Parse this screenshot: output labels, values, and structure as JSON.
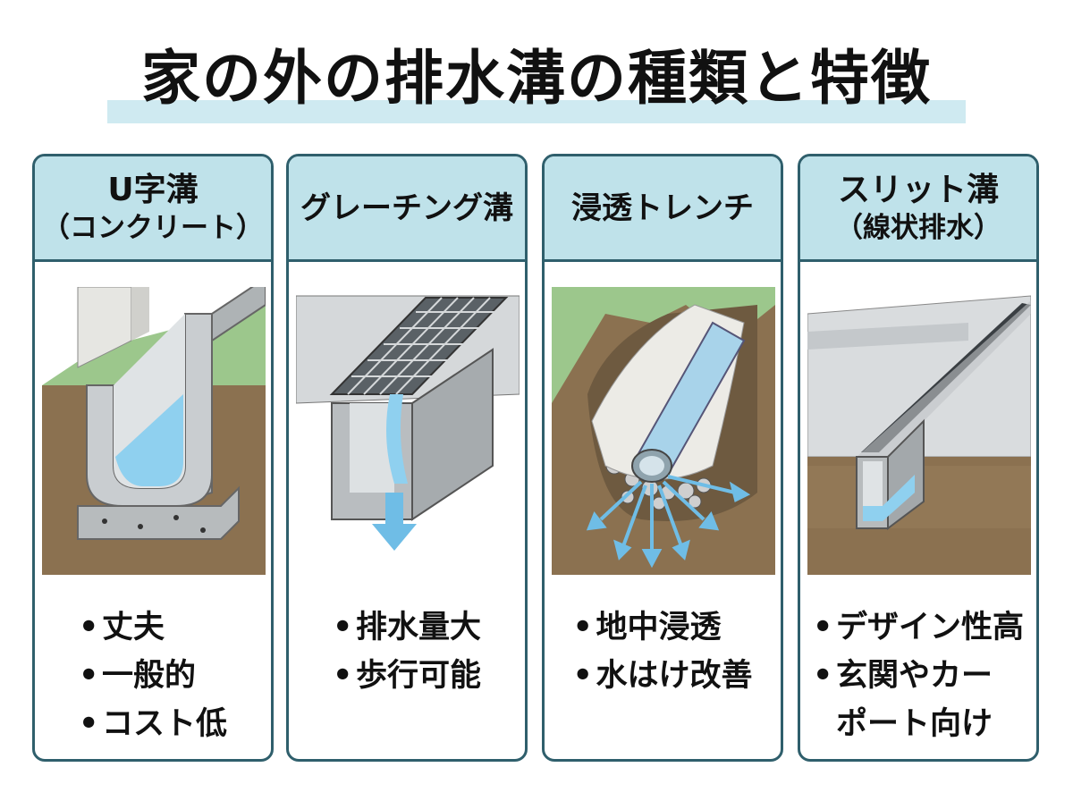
{
  "title": "家の外の排水溝の種類と特徴",
  "cards": [
    {
      "heading_line1": "U字溝",
      "heading_line2": "（コンクリート）",
      "features": [
        "丈夫",
        "一般的",
        "コスト低"
      ]
    },
    {
      "heading_line1": "グレーチング溝",
      "features": [
        "排水量大",
        "歩行可能"
      ]
    },
    {
      "heading_line1": "浸透トレンチ",
      "features": [
        "地中浸透",
        "水はけ改善"
      ]
    },
    {
      "heading_line1": "スリット溝",
      "heading_line2": "（線状排水）",
      "features": [
        "デザイン性高",
        "玄関やカー",
        "ポート向け"
      ]
    }
  ],
  "bullet_mark": "•",
  "colors": {
    "card_border": "#2f5f6c",
    "card_header": "#bfe2ea",
    "title_band": "#cfeaf1",
    "soil": "#8b7150",
    "grass": "#9cc78c",
    "concrete": "#c9cdd0",
    "water": "#8fd0ef"
  }
}
